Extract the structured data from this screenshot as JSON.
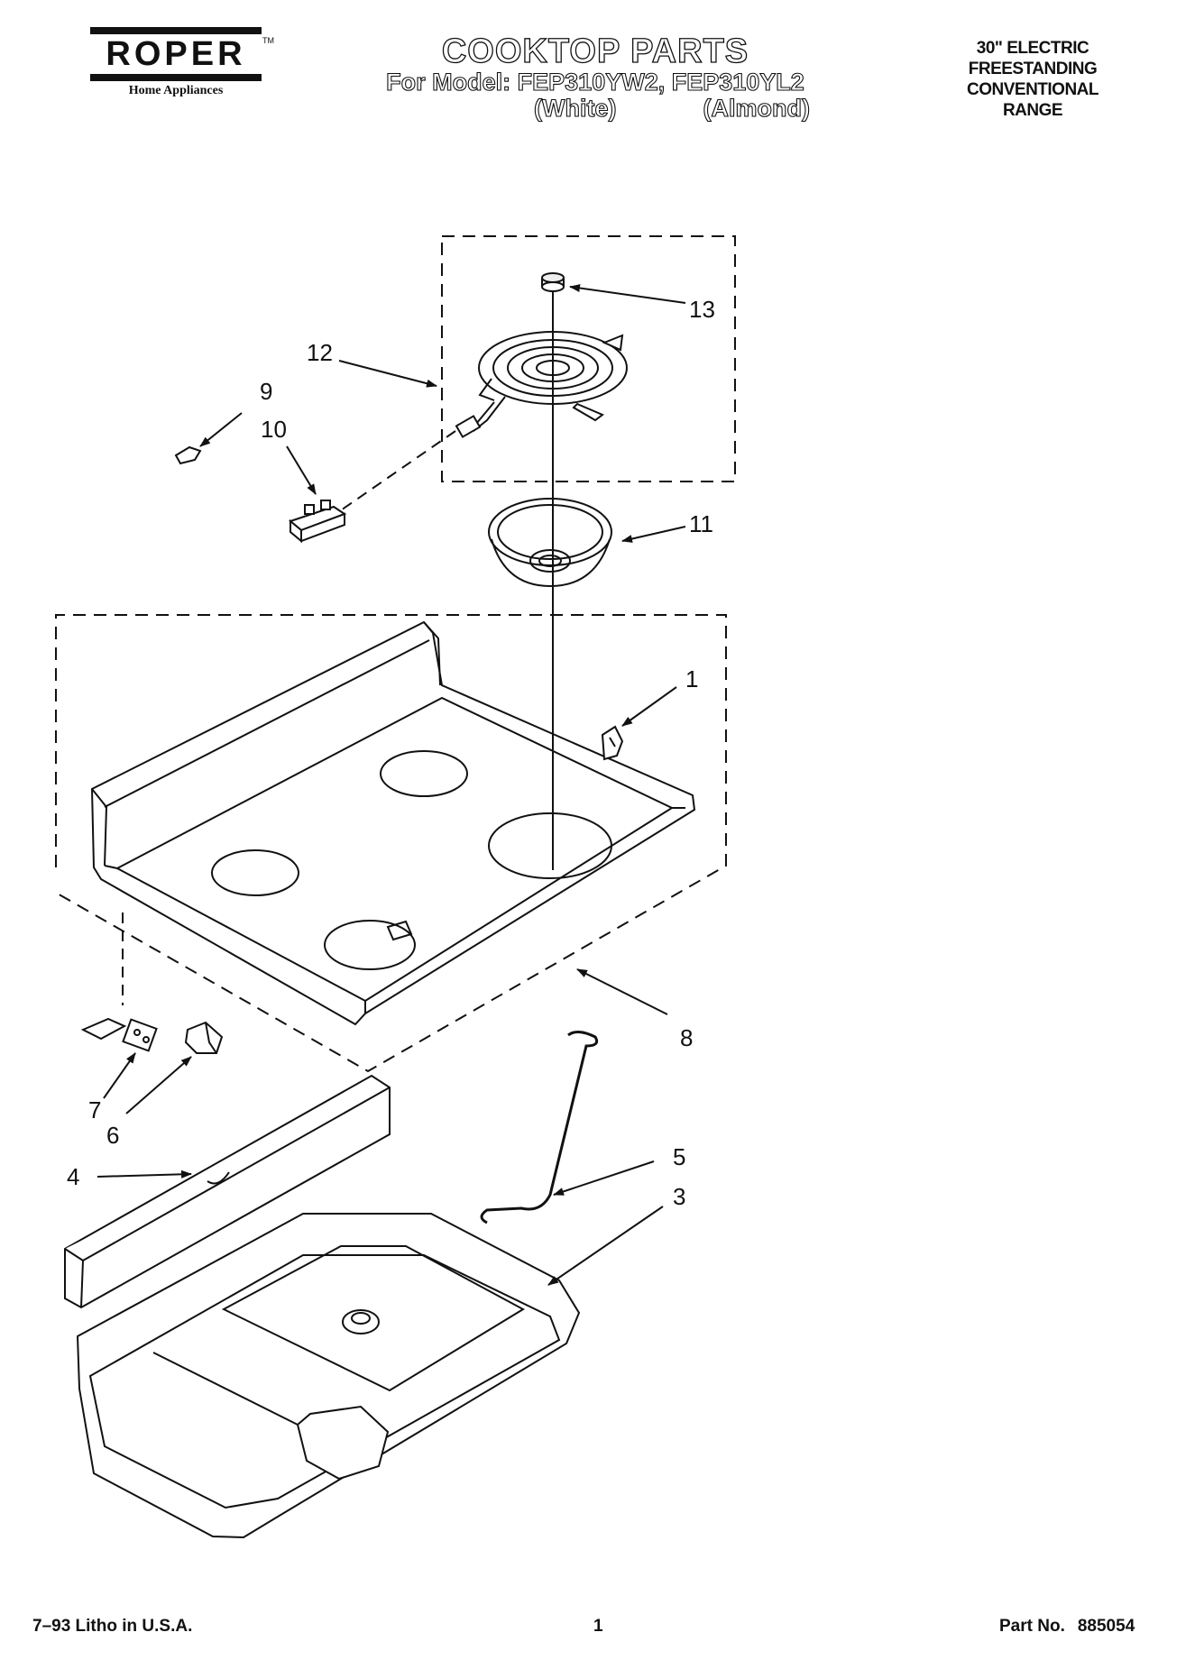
{
  "header": {
    "brand": "ROPER",
    "brand_tm": "TM",
    "brand_sub": "Home Appliances",
    "title": "COOKTOP PARTS",
    "model_line": "For Model: FEP310YW2, FEP310YL2",
    "variant_white": "(White)",
    "variant_almond": "(Almond)",
    "description": [
      "30\" ELECTRIC",
      "FREESTANDING",
      "CONVENTIONAL",
      "RANGE"
    ]
  },
  "callouts": {
    "c1": "1",
    "c3": "3",
    "c4": "4",
    "c5": "5",
    "c6": "6",
    "c7": "7",
    "c8": "8",
    "c9": "9",
    "c10": "10",
    "c11": "11",
    "c12": "12",
    "c13": "13"
  },
  "footer": {
    "litho": "7–93 Litho in U.S.A.",
    "page": "1",
    "part_label": "Part No.",
    "part_number": "885054"
  }
}
